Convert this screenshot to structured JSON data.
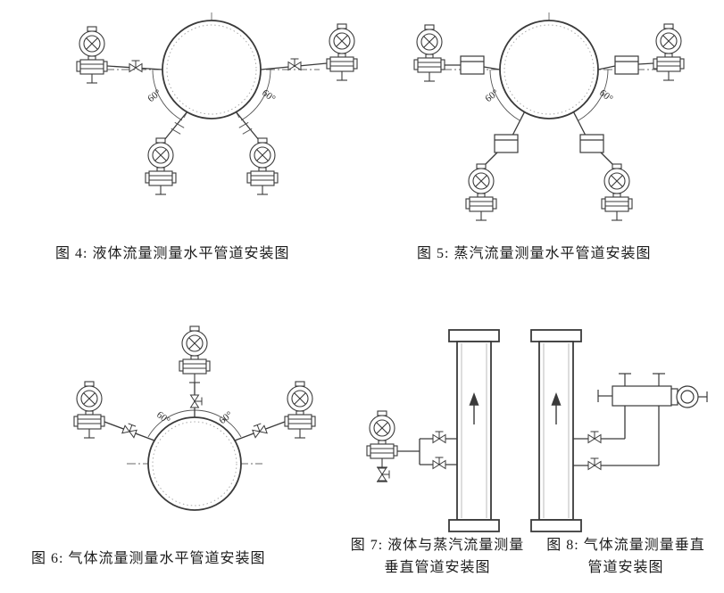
{
  "page": {
    "background": "#ffffff",
    "line_color": "#3a3a3a"
  },
  "figures": {
    "fig4": {
      "caption": "图 4: 液体流量测量水平管道安装图",
      "angle_labels": [
        "60°",
        "60°"
      ]
    },
    "fig5": {
      "caption": "图 5: 蒸汽流量测量水平管道安装图",
      "angle_labels": [
        "60°",
        "60°"
      ]
    },
    "fig6": {
      "caption": "图 6: 气体流量测量水平管道安装图",
      "angle_labels": [
        "60°",
        "60°"
      ]
    },
    "fig7": {
      "caption_line1": "图 7: 液体与蒸汽流量测量",
      "caption_line2": "垂直管道安装图"
    },
    "fig8": {
      "caption_line1": "图 8: 气体流量测量垂直",
      "caption_line2": "管道安装图"
    }
  }
}
